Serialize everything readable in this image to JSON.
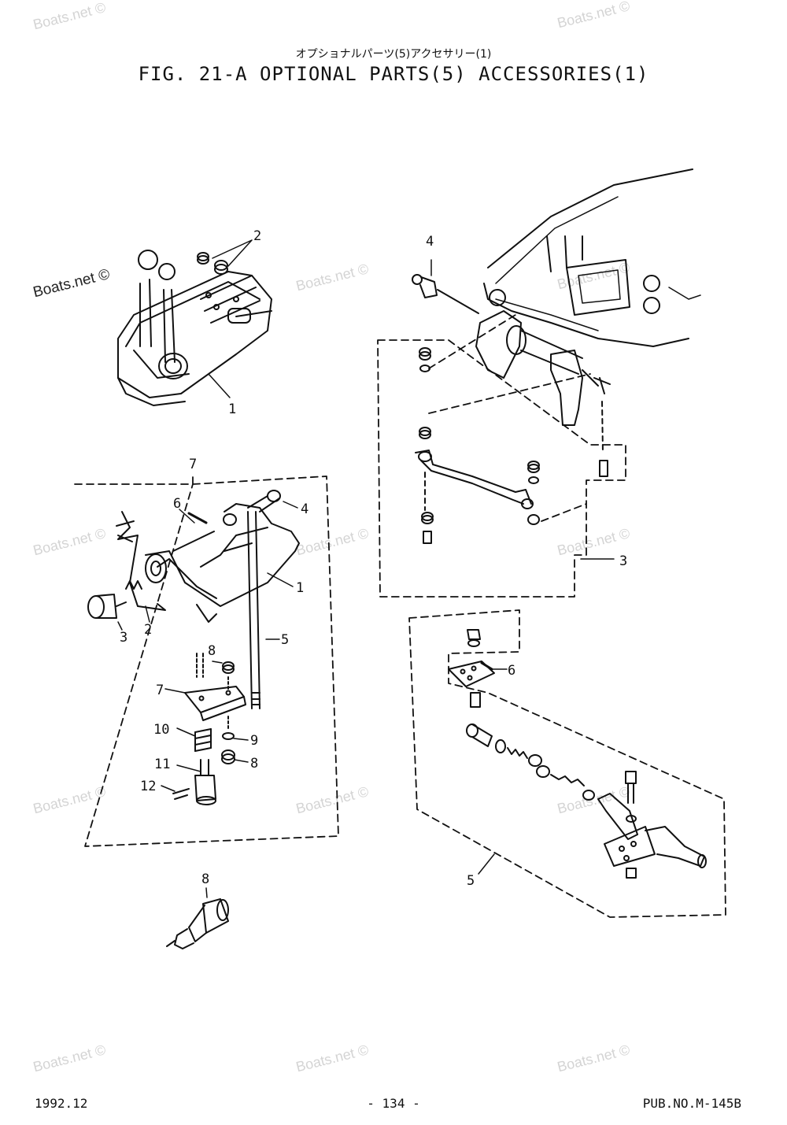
{
  "header": {
    "jp_title": "オプショナルパーツ(5)アクセサリー(1)",
    "title": "FIG. 21-A OPTIONAL PARTS(5) ACCESSORIES(1)"
  },
  "watermark": {
    "text": "Boats.net ©"
  },
  "callouts": {
    "remote_control": {
      "box": "1",
      "nuts": "2"
    },
    "bracket_kit": {
      "kit": "7",
      "pin": "6",
      "bolt": "4",
      "bracket": "1",
      "spring_clip": "2",
      "knob": "3",
      "rod": "5",
      "nut_top": "8",
      "plate": "7",
      "spring": "10",
      "washer": "9",
      "nut_bottom": "8",
      "sleeve": "11",
      "cotter": "12"
    },
    "fitting": {
      "item": "8"
    },
    "steering_link": {
      "bolt": "4",
      "kit": "3"
    },
    "lever_assembly": {
      "plate": "6",
      "kit": "5"
    }
  },
  "footer": {
    "date": "1992.12",
    "page": "- 134 -",
    "pub": "PUB.NO.M-145B"
  }
}
